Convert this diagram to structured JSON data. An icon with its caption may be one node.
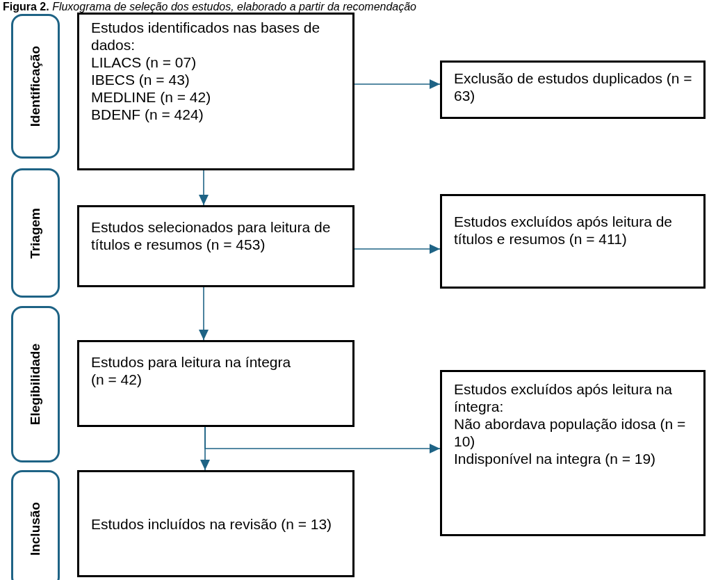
{
  "diagram": {
    "title": "**Figura 2.** *Fluxograma de seleção dos estudos, elaborado a partir da recomendação*",
    "nodes": [
      {
        "text": [
          "Identificação"
        ]
      },
      {
        "text": [
          "Estudos identificados nas bases de dados:",
          "LILACS (n = 07)",
          "IBECS (n = 43)",
          "MEDLINE (n = 42)",
          "BDENF (n = 424)"
        ]
      },
      {
        "text": [
          "Exclusão de estudos duplicados (n = 63)"
        ]
      },
      {
        "text": [
          "Triagem"
        ]
      },
      {
        "text": [
          "Estudos selecionados para leitura de títulos e resumos (n = 453)"
        ]
      },
      {
        "text": [
          "Estudos excluídos após leitura de títulos e resumos (n = 411)"
        ]
      },
      {
        "text": [
          "Elegibilidade"
        ]
      },
      {
        "text": [
          "Estudos para leitura na íntegra",
          "(n = 42)"
        ]
      },
      {
        "text": [
          "Estudos excluídos após leitura na íntegra:",
          "Não abordava população idosa (n = 10)",
          "Indisponível na integra (n = 19)"
        ]
      },
      {
        "text": [
          "Inclusão"
        ]
      },
      {
        "text": [
          "Estudos incluídos na revisão (n = 13)"
        ]
      }
    ],
    "edges": [
      {
        "from": 1,
        "to": 2,
        "arrow": "to"
      },
      {
        "from": 1,
        "to": 4,
        "arrow": "to"
      },
      {
        "from": 4,
        "to": 5,
        "arrow": "to"
      },
      {
        "from": 4,
        "to": 7,
        "arrow": "to"
      },
      {
        "from": 7,
        "to": 8,
        "arrow": "to"
      },
      {
        "from": 7,
        "to": 10,
        "arrow": "to"
      }
    ]
  }
}
